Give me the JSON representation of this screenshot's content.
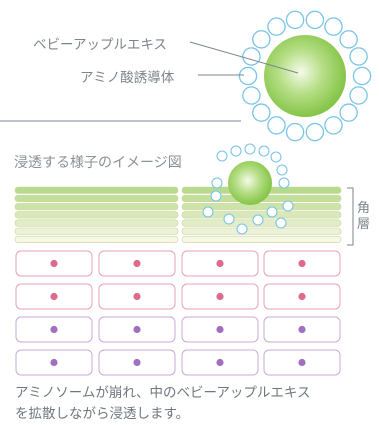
{
  "labels": {
    "extract": "ベビーアップルエキス",
    "amino": "アミノ酸誘導体"
  },
  "section_title": "浸透する様子のイメージ図",
  "stratum": {
    "line1": "角",
    "line2": "層"
  },
  "caption": {
    "line1": "アミノソームが崩れ、中のベビーアップルエキス",
    "line2": "を拡散しながら浸透します。"
  },
  "colors": {
    "core": "#8bcc4a",
    "ring": "#7ec6e6",
    "layer": "#c9e3a6",
    "cell_border": "#e8a0b4",
    "dot_pink": "#e06a8a",
    "dot_purple": "#a070c0",
    "cell_border_purple": "#c8a8d8"
  }
}
